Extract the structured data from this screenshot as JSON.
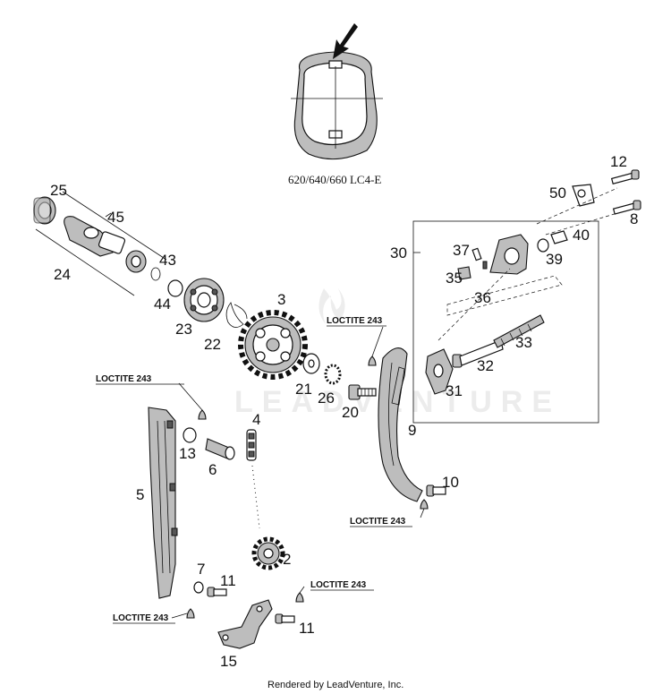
{
  "variant_caption": "620/640/660 LC4-E",
  "loctite_label": "LOCTITE 243",
  "watermark": "LEADVENTURE",
  "credit": "Rendered by LeadVenture, Inc.",
  "callouts": {
    "p2": "2",
    "p3": "3",
    "p4": "4",
    "p5": "5",
    "p6": "6",
    "p7": "7",
    "p8": "8",
    "p9": "9",
    "p10": "10",
    "p11a": "11",
    "p11b": "11",
    "p12": "12",
    "p13": "13",
    "p15": "15",
    "p20": "20",
    "p21": "21",
    "p22": "22",
    "p23": "23",
    "p24": "24",
    "p25": "25",
    "p26": "26",
    "p30": "30",
    "p31": "31",
    "p32": "32",
    "p33": "33",
    "p35": "35",
    "p36": "36",
    "p37": "37",
    "p39": "39",
    "p40": "40",
    "p43": "43",
    "p44": "44",
    "p45": "45",
    "p50": "50"
  }
}
